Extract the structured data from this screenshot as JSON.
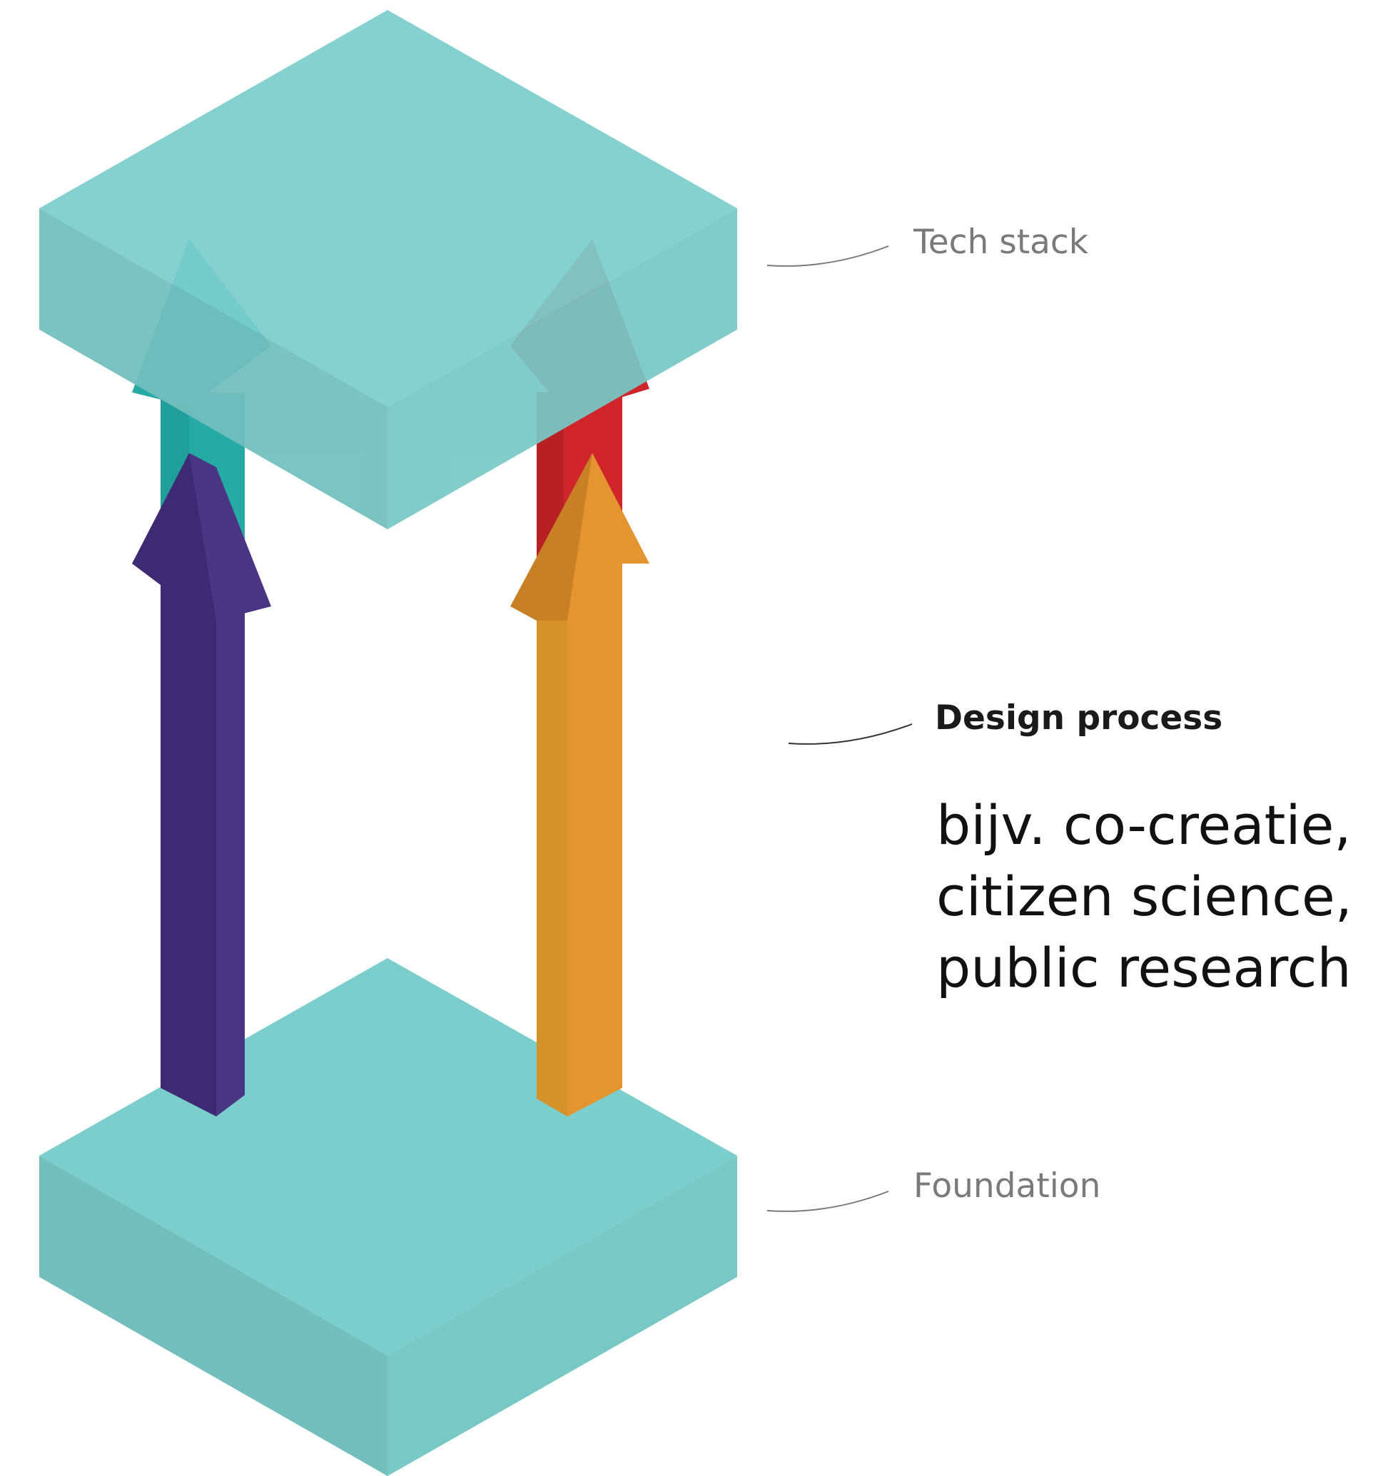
{
  "labels": {
    "tech_stack": "Tech stack",
    "design_process": "Design process",
    "foundation": "Foundation"
  },
  "note_lines": [
    "bijv. co-creatie,",
    "citizen science,",
    "public research"
  ],
  "colors": {
    "slab_top": "#7ccecc",
    "slab_left": "#72bfbd",
    "slab_right": "#78c8c6",
    "arrow_teal": "#26aaa6",
    "arrow_purple": "#3e2a73",
    "arrow_red": "#d0262b",
    "arrow_orange": "#e5952f",
    "leader_line": "#7a7a7a"
  }
}
